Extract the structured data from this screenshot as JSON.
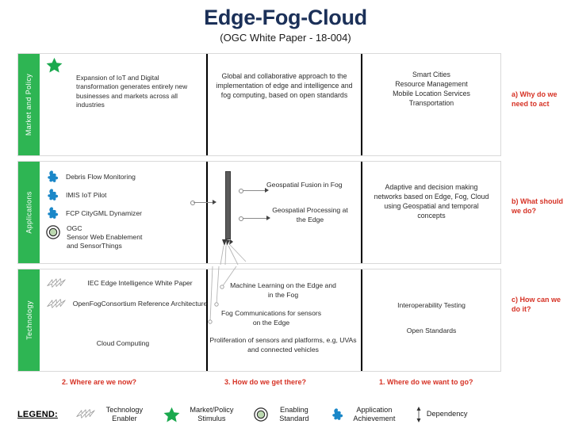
{
  "title": "Edge-Fog-Cloud",
  "subtitle": "(OGC White Paper - 18-004)",
  "colors": {
    "title_navy": "#1b3058",
    "green": "#2eb553",
    "red": "#d63225",
    "puzzle_blue": "#1a87c8",
    "pillar_gray": "#5a5a5a"
  },
  "rows": [
    {
      "side_label": "Market and Policy",
      "icon": "star-icon",
      "col1": "Expansion of IoT and Digital transformation generates entirely new businesses and markets across all industries",
      "col2": "Global and collaborative approach to the implementation of edge and intelligence and fog computing, based on open standards",
      "col3": "Smart Cities\nResource Management\nMobile Location Services\nTransportation",
      "question": "a) Why do we need to act"
    },
    {
      "side_label": "Applications",
      "col1_items": [
        {
          "icon": "puzzle-icon",
          "label": "Debris Flow Monitoring"
        },
        {
          "icon": "puzzle-icon",
          "label": "IMIS IoT Pilot"
        },
        {
          "icon": "puzzle-icon",
          "label": "FCP CityGML Dynamizer"
        },
        {
          "icon": "circle-standard-icon",
          "label": "OGC\nSensor Web Enablement\nand SensorThings"
        }
      ],
      "col2_items": [
        "Geospatial Fusion in Fog",
        "Geospatial Processing at the Edge"
      ],
      "col3": "Adaptive and decision making networks based on Edge, Fog, Cloud using Geospatial and temporal concepts",
      "question": "b) What should we do?"
    },
    {
      "side_label": "Technology",
      "col1_items": [
        {
          "icon": "bolt-icon",
          "label": "IEC Edge Intelligence White Paper"
        },
        {
          "icon": "bolt-icon",
          "label": "OpenFogConsortium Reference Architecture"
        }
      ],
      "col1_plain": "Cloud Computing",
      "col2_items": [
        "Machine Learning on the Edge and in the Fog",
        "Fog Communications for sensors on the Edge",
        "Proliferation of sensors and platforms, e.g, UVAs and connected vehicles"
      ],
      "col3_items": [
        "Interoperability Testing",
        "Open Standards"
      ],
      "question": "c) How can we do it?"
    }
  ],
  "column_labels": [
    "2. Where are we now?",
    "3. How do we get there?",
    "1. Where do we want to go?"
  ],
  "legend": {
    "title": "LEGEND:",
    "items": [
      {
        "icon": "bolt-icon",
        "label": "Technology Enabler"
      },
      {
        "icon": "star-icon",
        "label": "Market/Policy Stimulus"
      },
      {
        "icon": "circle-standard-icon",
        "label": "Enabling Standard"
      },
      {
        "icon": "puzzle-icon",
        "label": "Application Achievement"
      },
      {
        "icon": "dependency-arrow-icon",
        "label": "Dependency"
      }
    ]
  }
}
